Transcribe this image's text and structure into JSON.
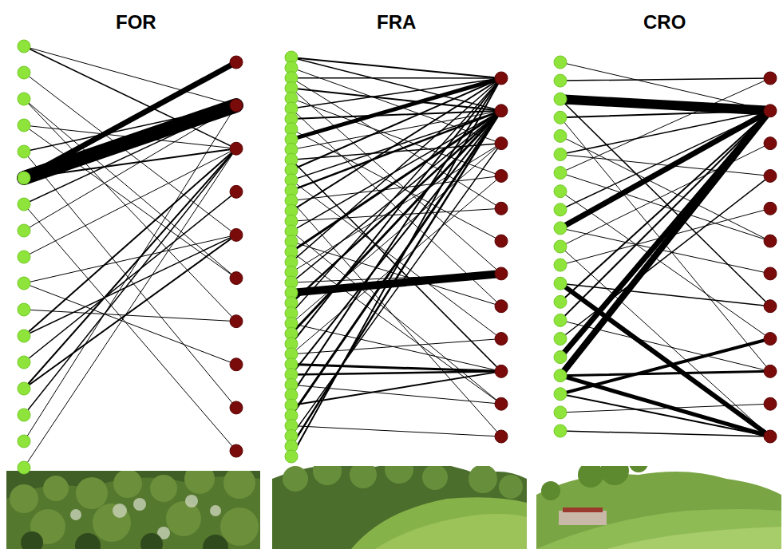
{
  "diagram": {
    "labels": [
      "FOR",
      "FRA",
      "CRO"
    ]
  }
}
